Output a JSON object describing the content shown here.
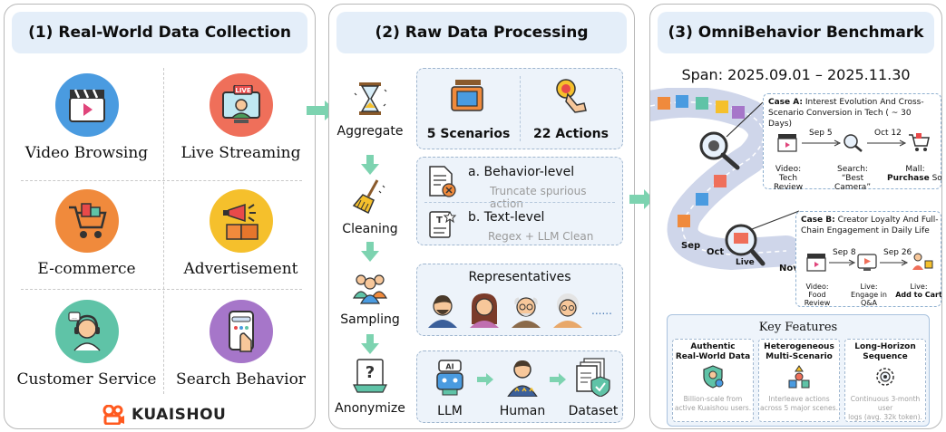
{
  "panel1": {
    "title": "(1) Real-World Data Collection",
    "scenarios": [
      {
        "label": "Video Browsing",
        "icon": "video-clapper-icon",
        "color": "#4a9be0"
      },
      {
        "label": "Live Streaming",
        "icon": "live-streaming-icon",
        "color": "#ef6f5a"
      },
      {
        "label": "E-commerce",
        "icon": "shopping-cart-icon",
        "color": "#f08a3c"
      },
      {
        "label": "Advertisement",
        "icon": "megaphone-box-icon",
        "color": "#f5c02c"
      },
      {
        "label": "Customer Service",
        "icon": "headset-agent-icon",
        "color": "#5fc3a7"
      },
      {
        "label": "Search Behavior",
        "icon": "phone-search-icon",
        "color": "#a676c9"
      }
    ],
    "brand": "KUAISHOU",
    "brand_color": "#ff5a1f"
  },
  "panel2": {
    "title": "(2) Raw Data Processing",
    "steps": [
      "Aggregate",
      "Cleaning",
      "Sampling",
      "Anonymize"
    ],
    "aggregate": {
      "scenarios": "5 Scenarios",
      "actions": "22 Actions"
    },
    "cleaning": {
      "behavior_title": "a. Behavior-level",
      "behavior_desc": "Truncate spurious action",
      "text_title": "b. Text-level",
      "text_desc": "Regex + LLM Clean"
    },
    "sampling": {
      "title": "Representatives",
      "ellipsis": "......"
    },
    "anonymize": {
      "llm": "LLM",
      "human": "Human",
      "dataset": "Dataset"
    }
  },
  "panel3": {
    "title": "(3) OmniBehavior Benchmark",
    "span": "Span: 2025.09.01 – 2025.11.30",
    "months": [
      "Sep",
      "Oct",
      "Live",
      "Nov"
    ],
    "case_a": {
      "title_bold": "Case A:",
      "title_rest": " Interest Evolution And Cross-Scenario Conversion in Tech ( ~ 30 Days)",
      "dates": [
        "Sep 5",
        "Oct 12"
      ],
      "steps": [
        {
          "line1": "Video:",
          "line2": "Tech Review",
          "bold": ""
        },
        {
          "line1": "Search:",
          "line2": "“Best Camera”",
          "bold": ""
        },
        {
          "line1": "Mall:",
          "line2": " Sony",
          "bold": "Purchase"
        }
      ]
    },
    "case_b": {
      "title_bold": "Case B:",
      "title_rest": " Creator Loyalty And Full-Chain Engagement in Daily Life",
      "dates": [
        "Sep 8",
        "Sep 26"
      ],
      "steps": [
        {
          "line1": "Video:",
          "line2": "Food Review",
          "bold": ""
        },
        {
          "line1": "Live:",
          "line2": "Engage in Q&A",
          "bold": ""
        },
        {
          "line1": "Live:",
          "line2": "",
          "bold": "Add to Cart"
        }
      ]
    },
    "key_features": {
      "title": "Key Features",
      "items": [
        {
          "title1": "Authentic",
          "title2": "Real-World Data",
          "desc1": "Billion-scale from",
          "desc2": "active Kuaishou users."
        },
        {
          "title1": "Heterogeneous",
          "title2": "Multi-Scenario",
          "desc1": "Interleave actions",
          "desc2": "across 5 major scenes."
        },
        {
          "title1": "Long-Horizon",
          "title2": "Sequence",
          "desc1": "Continuous 3-month user",
          "desc2": "logs (avg. 32k token)."
        }
      ]
    }
  }
}
